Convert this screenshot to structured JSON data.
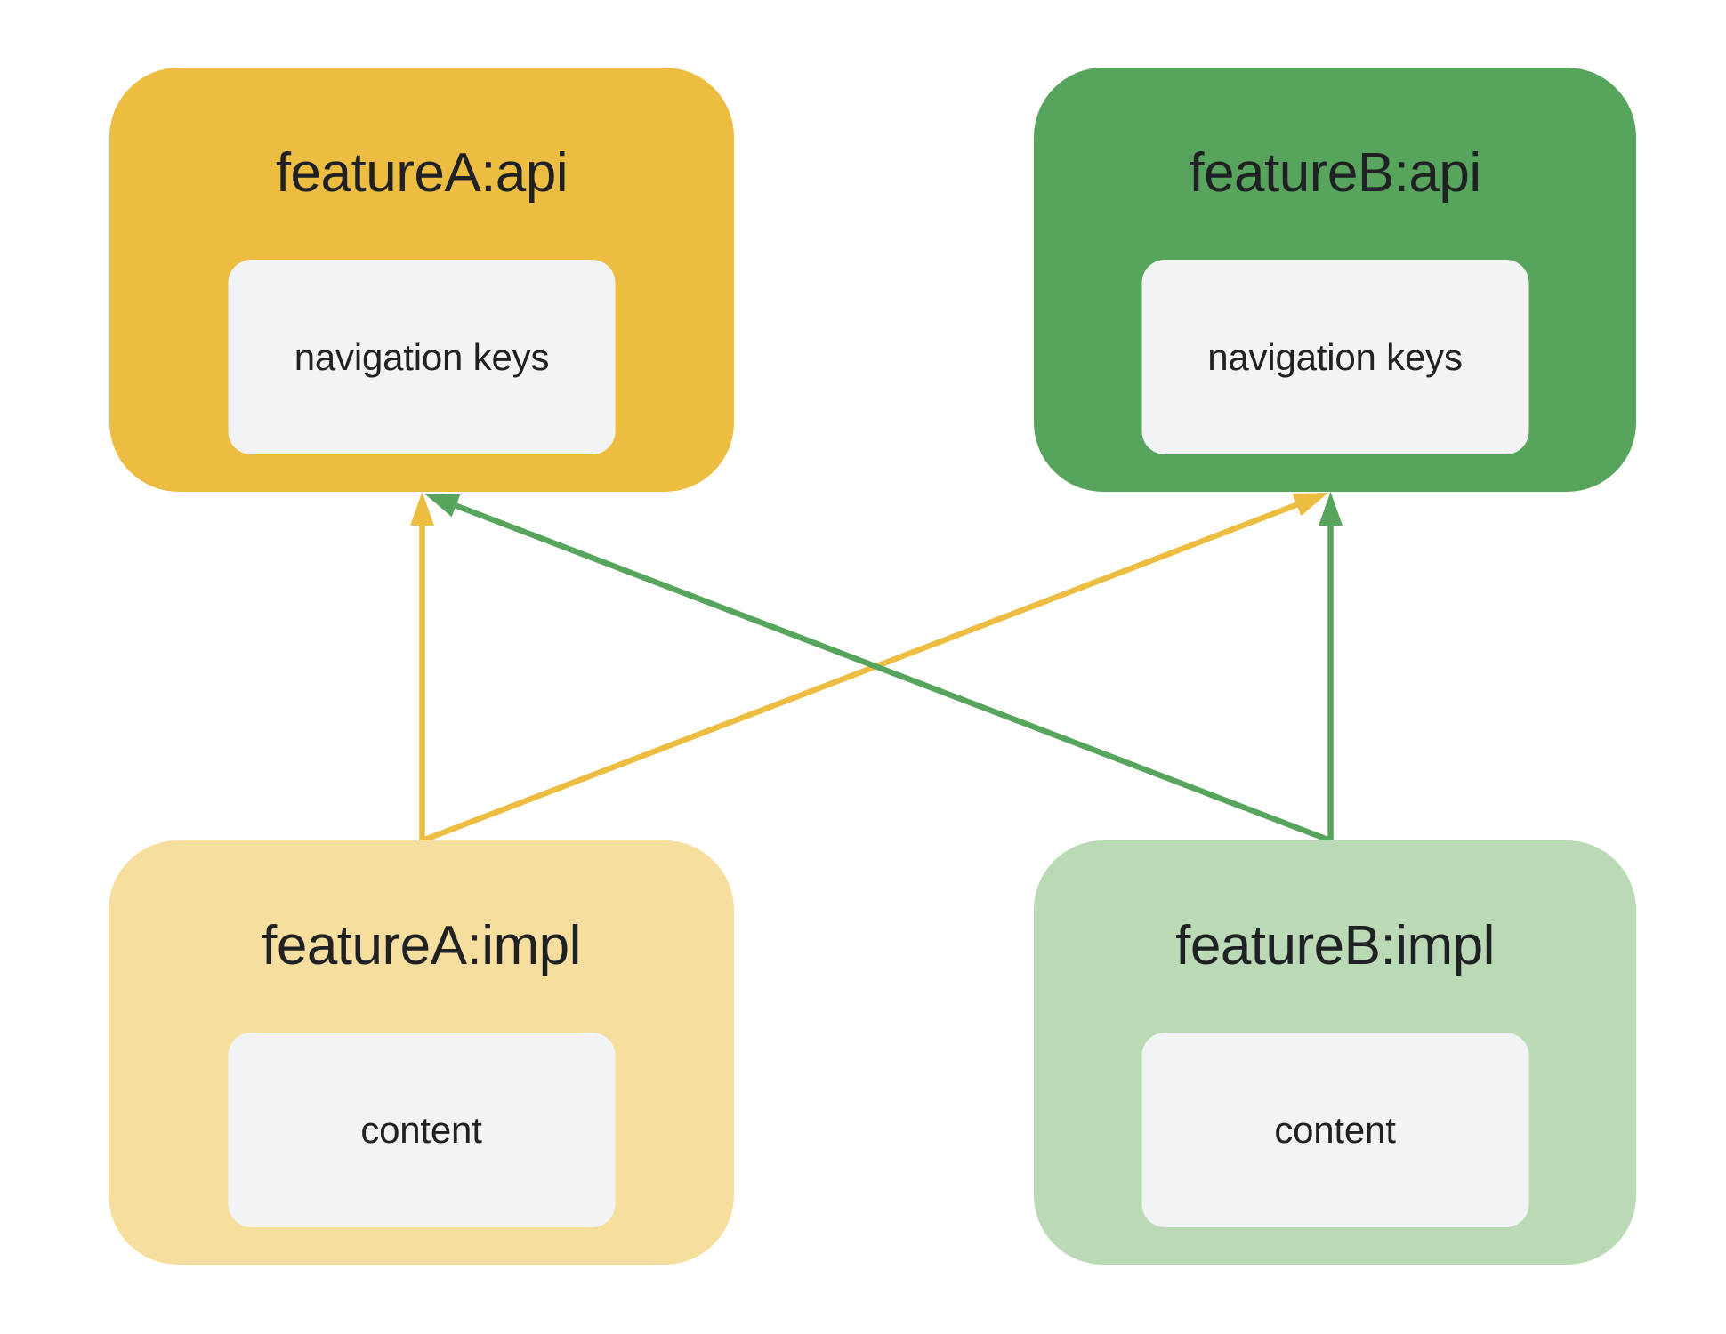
{
  "diagram": {
    "background": "#FFFFFF",
    "text_color": "#202124",
    "inner_box_fill": "#F1F3F4",
    "modules": [
      {
        "id": "featureA-api",
        "title": "featureA:api",
        "inner_label": "navigation keys",
        "fill": "#EDBD42"
      },
      {
        "id": "featureB-api",
        "title": "featureB:api",
        "inner_label": "navigation keys",
        "fill": "#57A55C"
      },
      {
        "id": "featureA-impl",
        "title": "featureA:impl",
        "inner_label": "content",
        "fill": "#F6DF9E"
      },
      {
        "id": "featureB-impl",
        "title": "featureB:impl",
        "inner_label": "content",
        "fill": "#BADAB6"
      }
    ],
    "arrows": [
      {
        "from": "featureA:impl",
        "to": "featureA:api",
        "color": "#EDBD42"
      },
      {
        "from": "featureA:impl",
        "to": "featureB:api",
        "color": "#EDBD42"
      },
      {
        "from": "featureB:impl",
        "to": "featureB:api",
        "color": "#57A55C"
      },
      {
        "from": "featureB:impl",
        "to": "featureA:api",
        "color": "#57A55C"
      }
    ]
  }
}
